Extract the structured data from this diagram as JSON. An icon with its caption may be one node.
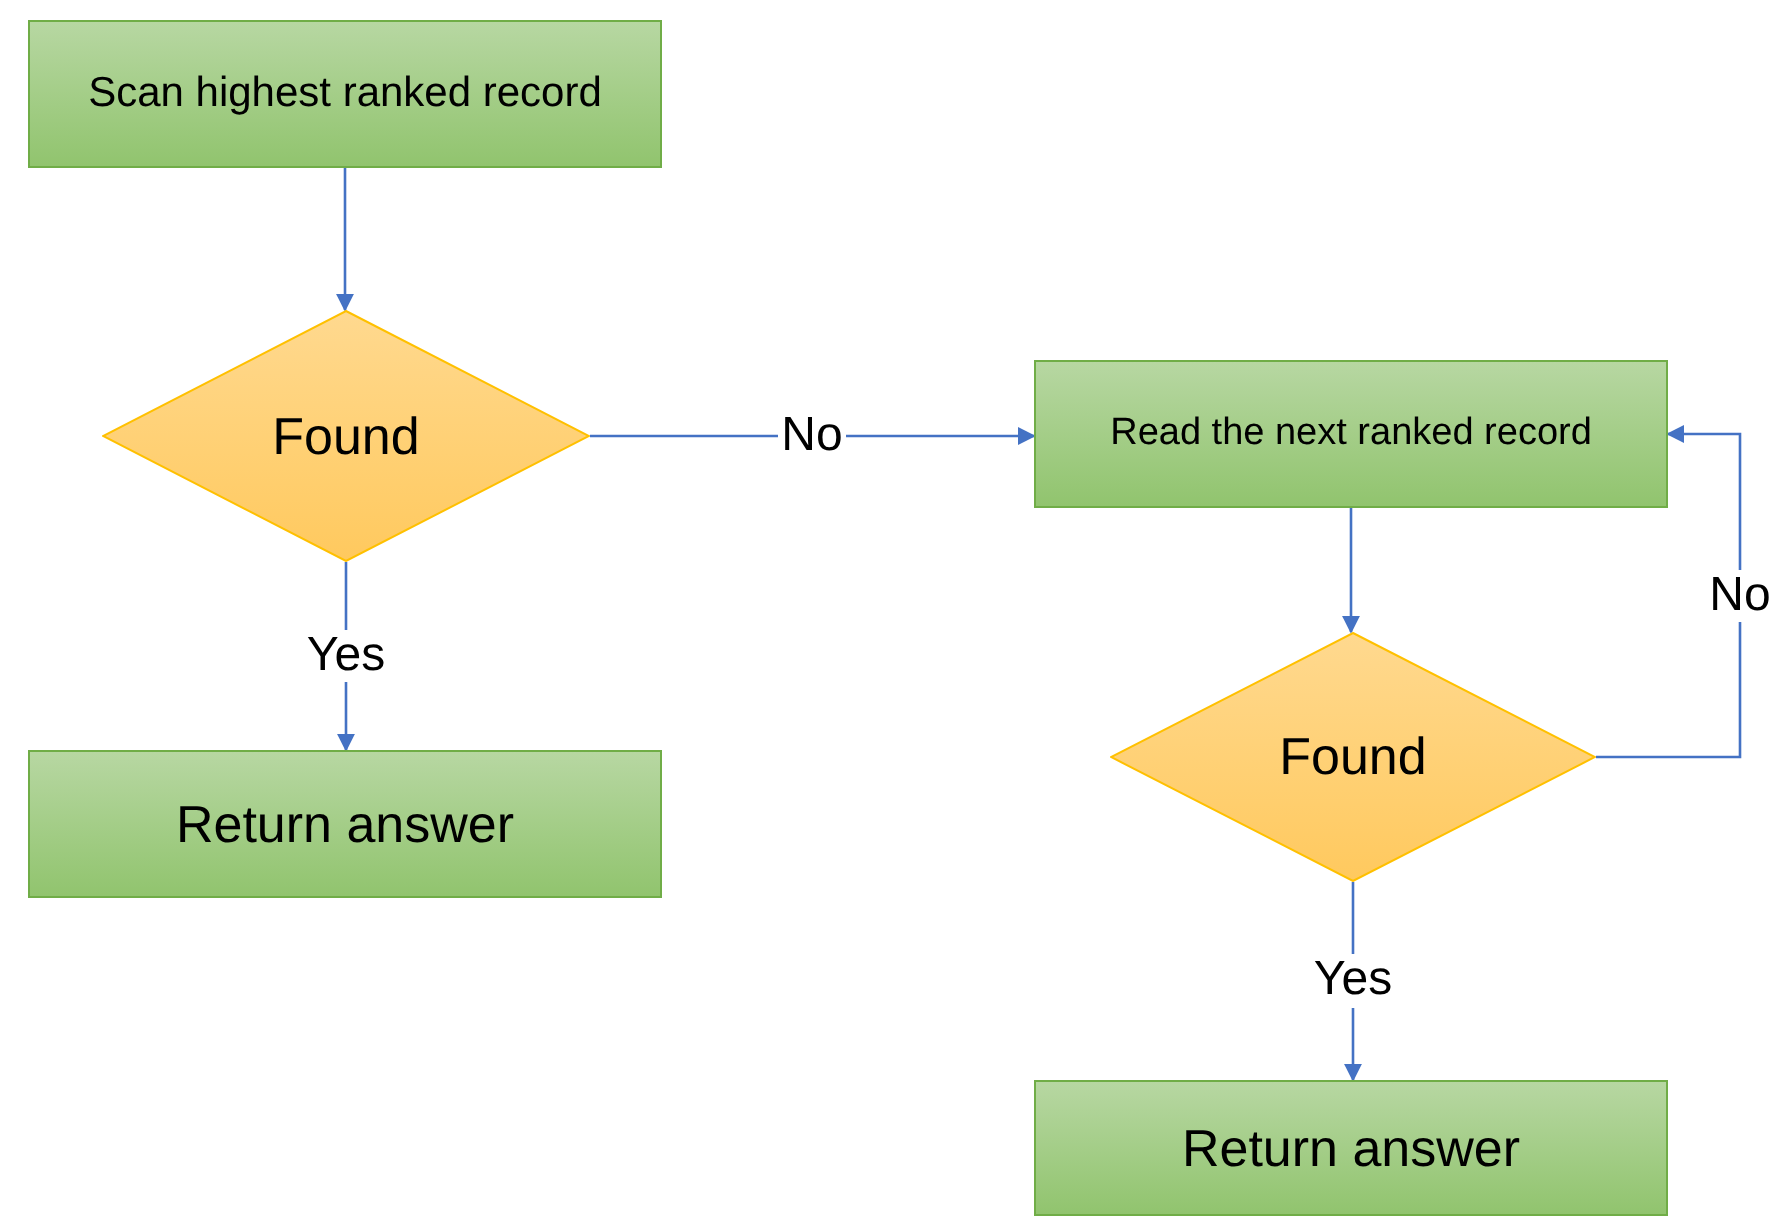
{
  "diagram": {
    "nodes": [
      {
        "text": [
          "Scan highest ranked record"
        ]
      },
      {
        "text": [
          "Found"
        ]
      },
      {
        "text": [
          "Return answer"
        ]
      },
      {
        "text": [
          "Read the next ranked record"
        ]
      },
      {
        "text": [
          "Found"
        ]
      },
      {
        "text": [
          "Return answer"
        ]
      }
    ],
    "edges": [
      {
        "from": 0,
        "to": 1,
        "arrow": "to"
      },
      {
        "from": 1,
        "to": 3,
        "arrow": "to",
        "label": "No"
      },
      {
        "from": 1,
        "to": 2,
        "arrow": "to",
        "label": "Yes"
      },
      {
        "from": 3,
        "to": 4,
        "arrow": "to"
      },
      {
        "from": 4,
        "to": 3,
        "arrow": "to",
        "label": "No"
      },
      {
        "from": 4,
        "to": 5,
        "arrow": "to",
        "label": "Yes"
      }
    ]
  }
}
